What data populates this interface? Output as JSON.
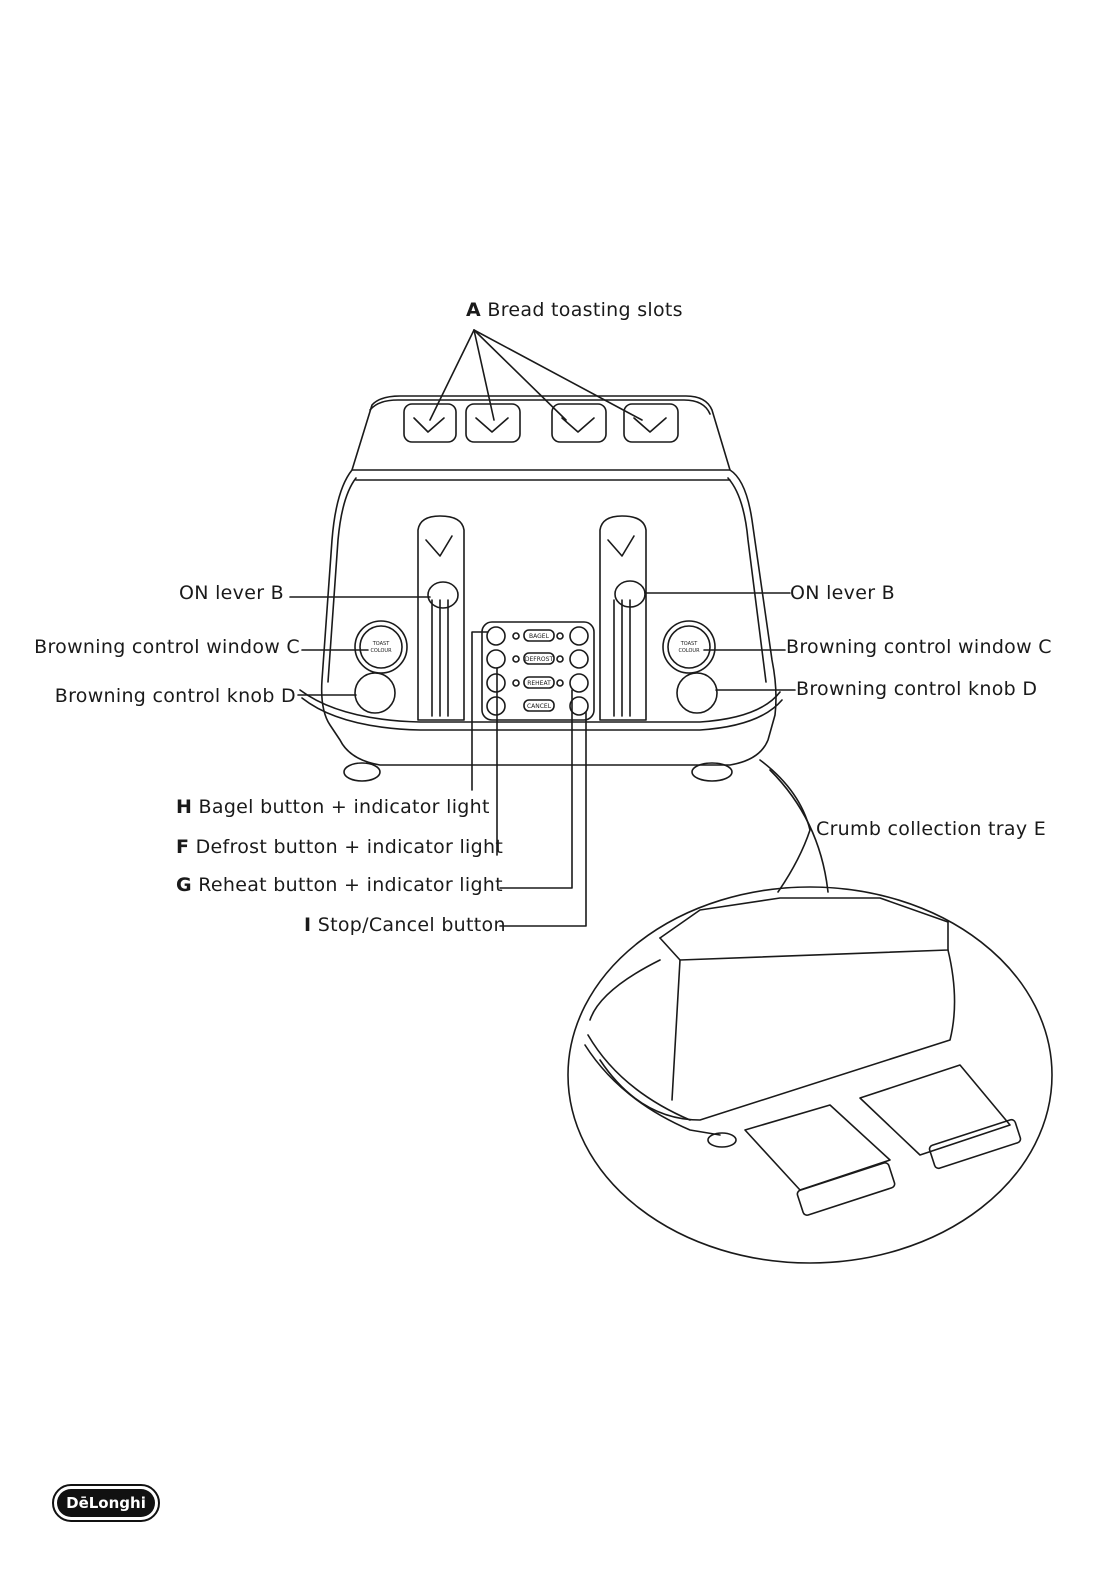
{
  "labels": {
    "slots": {
      "letter": "A",
      "text": "Bread toasting slots"
    },
    "on_lever_left": {
      "text": "ON lever B"
    },
    "on_lever_right": {
      "text": "ON lever B"
    },
    "window_left": {
      "text": "Browning control window C"
    },
    "window_right": {
      "text": "Browning control window C"
    },
    "knob_left": {
      "text": "Browning control knob D"
    },
    "knob_right": {
      "text": "Browning control knob D"
    },
    "bagel": {
      "letter": "H",
      "text": "Bagel button + indicator light"
    },
    "defrost": {
      "letter": "F",
      "text": "Defrost button + indicator light"
    },
    "reheat": {
      "letter": "G",
      "text": "Reheat button + indicator light"
    },
    "cancel": {
      "letter": "I",
      "text": "Stop/Cancel button"
    },
    "crumb_tray": {
      "text": "Crumb collection tray E"
    }
  },
  "panel_buttons": [
    "BAGEL",
    "DEFROST",
    "REHEAT",
    "CANCEL"
  ],
  "dial_text": [
    "TOAST",
    "COLOUR"
  ],
  "logo": {
    "text": "DēLonghi"
  }
}
